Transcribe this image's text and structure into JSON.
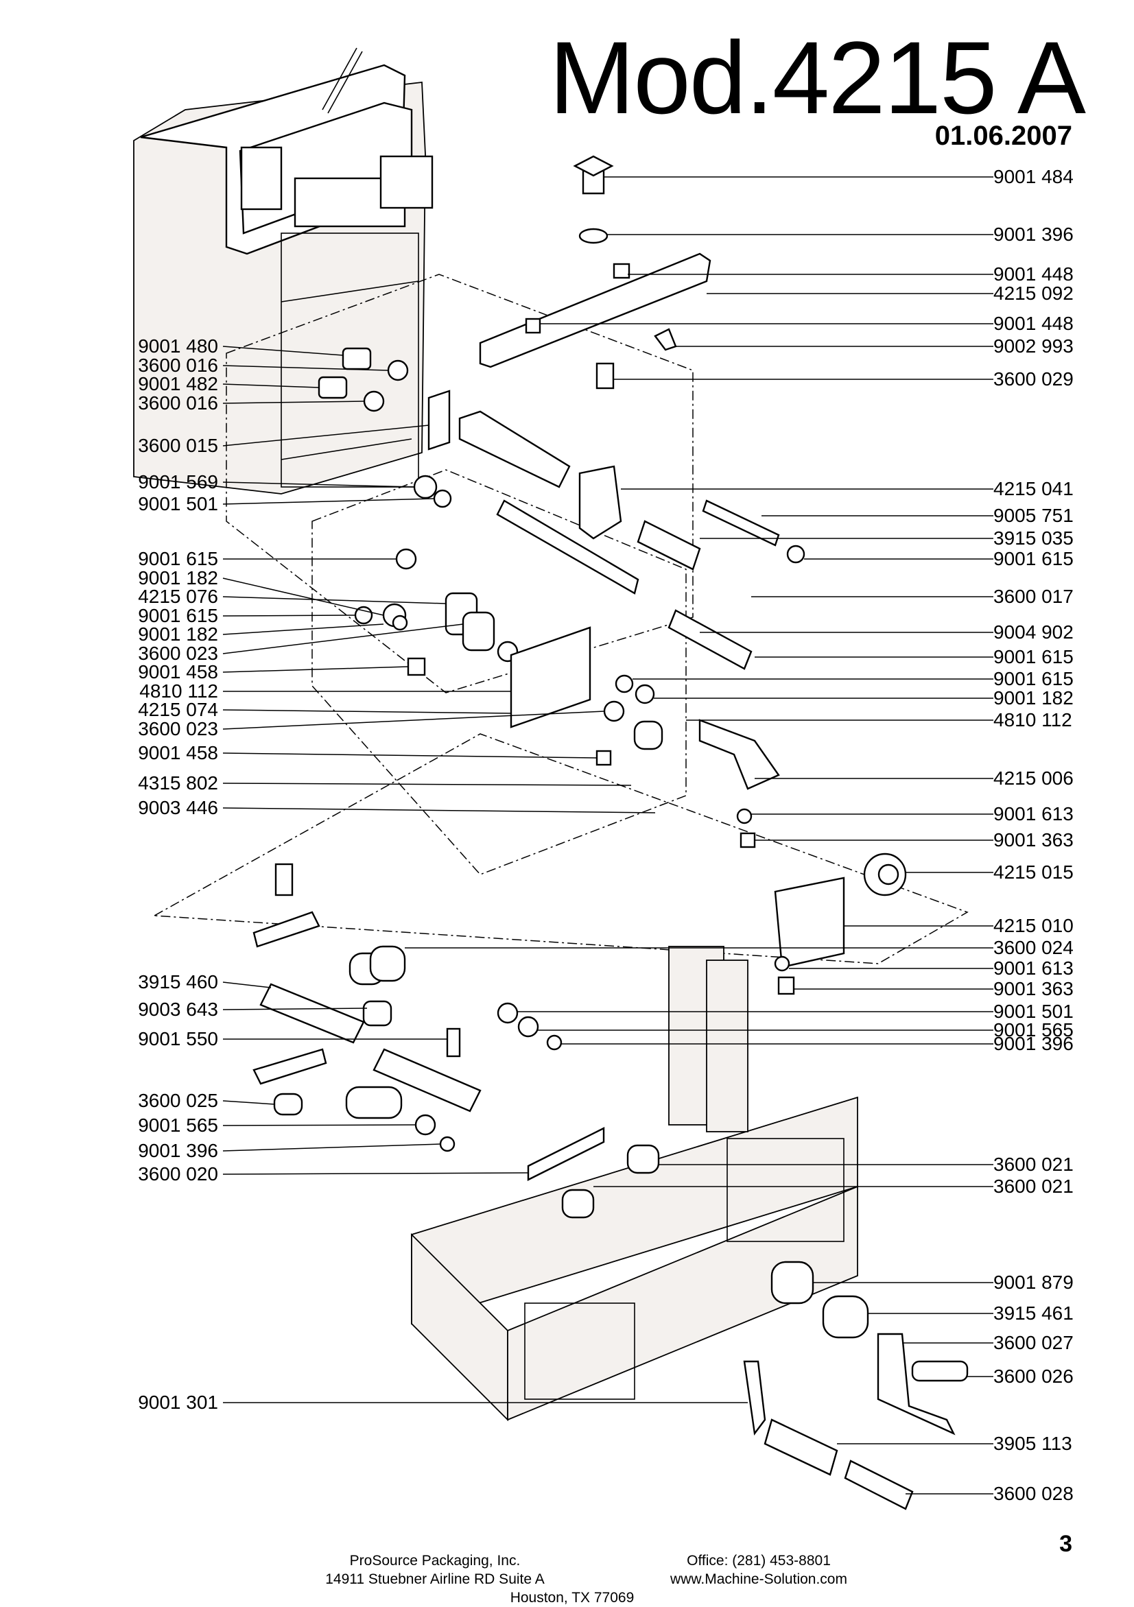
{
  "header": {
    "title": "Mod.4215 A",
    "date": "01.06.2007"
  },
  "labels_right": [
    "9001 484",
    "9001 396",
    "9001 448",
    "4215 092",
    "9001 448",
    "9002 993",
    "3600 029",
    "4215 041",
    "9005 751",
    "3915 035",
    "9001 615",
    "3600 017",
    "9004 902",
    "9001 615",
    "9001 615",
    "9001 182",
    "4810 112",
    "4215 006",
    "9001 613",
    "9001 363",
    "4215 015",
    "4215 010",
    "3600 024",
    "9001 613",
    "9001 363",
    "9001 501",
    "9001 565",
    "9001 396",
    "3600 021",
    "3600 021",
    "9001 879",
    "3915 461",
    "3600 027",
    "3600 026",
    "3905 113",
    "3600 028"
  ],
  "labels_left": [
    "9001 480",
    "3600 016",
    "9001 482",
    "3600 016",
    "3600 015",
    "9001 569",
    "9001 501",
    "9001 615",
    "9001 182",
    "4215 076",
    "9001 615",
    "9001 182",
    "3600 023",
    "9001 458",
    "4810 112",
    "4215 074",
    "3600 023",
    "9001 458",
    "4315 802",
    "9003 446",
    "3915 460",
    "9003 643",
    "9001 550",
    "3600 025",
    "9001 565",
    "9001 396",
    "3600 020",
    "9001 301"
  ],
  "page_number": "3",
  "footer": {
    "company": "ProSource Packaging, Inc.",
    "address": "14911 Stuebner Airline RD Suite A",
    "city": "Houston, TX 77069",
    "office": "Office: (281) 453-8801",
    "website": "www.Machine-Solution.com"
  }
}
